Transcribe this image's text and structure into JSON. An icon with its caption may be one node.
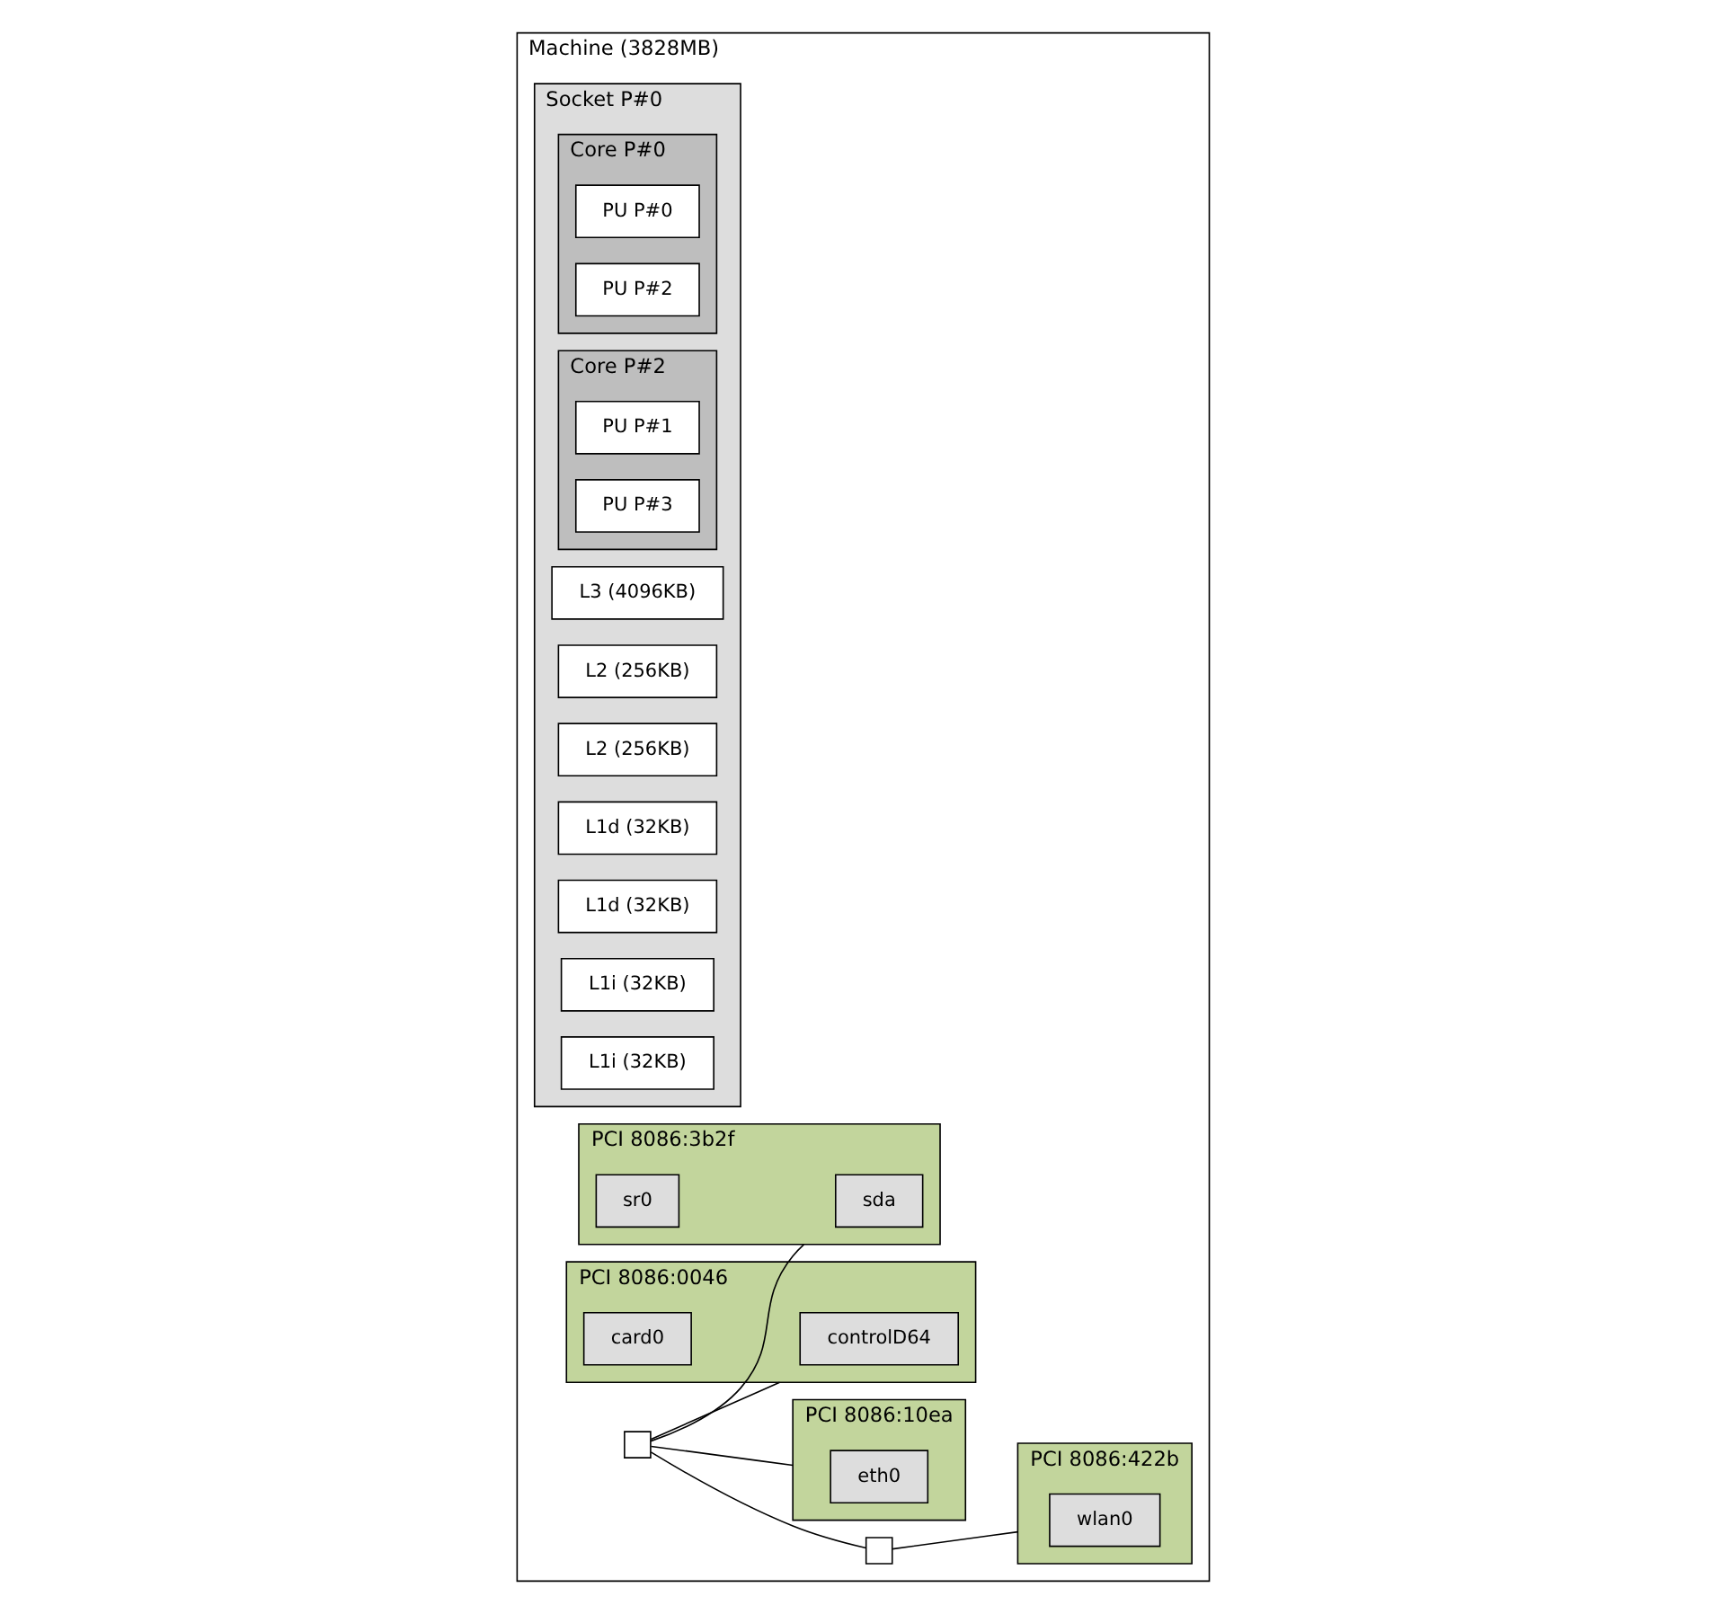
{
  "diagram": {
    "nodes": [
      {
        "text": [
          "Machine (3828MB)"
        ]
      },
      {
        "text": [
          "Socket P#0"
        ],
        "in": 0
      },
      {
        "text": [
          "L3 (4096KB)"
        ],
        "in": 1
      },
      {
        "text": [
          "L2 (256KB)"
        ],
        "in": 1
      },
      {
        "text": [
          "L2 (256KB)"
        ],
        "in": 1
      },
      {
        "text": [
          "L1d (32KB)"
        ],
        "in": 1
      },
      {
        "text": [
          "L1d (32KB)"
        ],
        "in": 1
      },
      {
        "text": [
          "L1i (32KB)"
        ],
        "in": 1
      },
      {
        "text": [
          "L1i (32KB)"
        ],
        "in": 1
      },
      {
        "text": [
          "Core P#0"
        ],
        "in": 1
      },
      {
        "text": [
          "PU P#0"
        ],
        "in": 9
      },
      {
        "text": [
          "PU P#2"
        ],
        "in": 9
      },
      {
        "text": [
          "Core P#2"
        ],
        "in": 1
      },
      {
        "text": [
          "PU P#1"
        ],
        "in": 12
      },
      {
        "text": [
          "PU P#3"
        ],
        "in": 12
      },
      {
        "text": [],
        "shape": "box",
        "in": 0
      },
      {
        "text": [
          "PCI 8086:0046"
        ],
        "in": 0
      },
      {
        "text": [
          "controlD64"
        ],
        "in": 16
      },
      {
        "text": [
          "card0"
        ],
        "in": 16
      },
      {
        "text": [
          "PCI 8086:10ea"
        ],
        "in": 0
      },
      {
        "text": [
          "eth0"
        ],
        "in": 19
      },
      {
        "text": [],
        "shape": "box",
        "in": 0
      },
      {
        "text": [
          "PCI 8086:422b"
        ],
        "in": 0
      },
      {
        "text": [
          "wlan0"
        ],
        "in": 22
      },
      {
        "text": [
          "PCI 8086:3b2f"
        ],
        "in": 0
      },
      {
        "text": [
          "sda"
        ],
        "in": 24
      },
      {
        "text": [
          "sr0"
        ],
        "in": 24
      }
    ],
    "edges": [
      {
        "from": 15,
        "to": 16,
        "arrow": "none"
      },
      {
        "from": 15,
        "to": 19,
        "arrow": "none"
      },
      {
        "from": 15,
        "to": 21,
        "arrow": "none"
      },
      {
        "from": 15,
        "to": 24,
        "arrow": "none"
      },
      {
        "from": 21,
        "to": 22,
        "arrow": "none"
      }
    ]
  }
}
